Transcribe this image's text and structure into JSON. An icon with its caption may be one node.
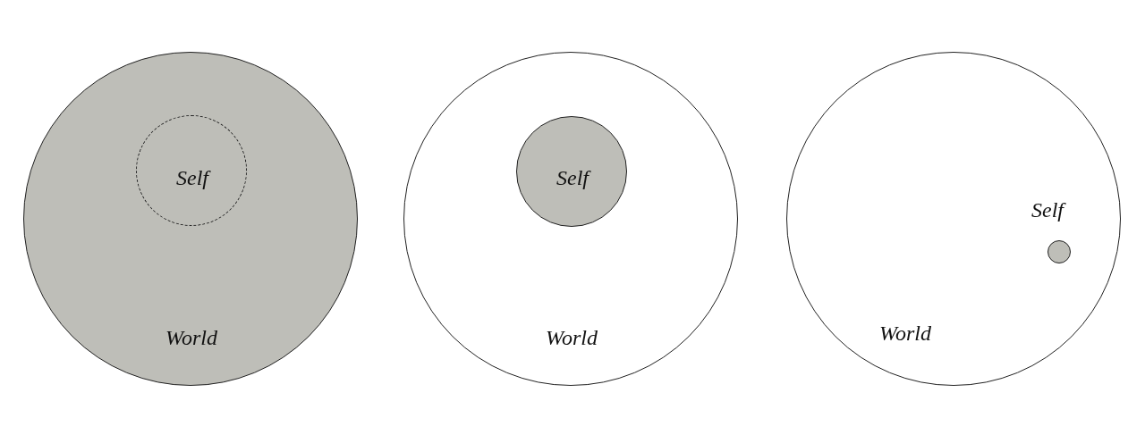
{
  "diagram": {
    "nodes": [
      {
        "text": [
          "World"
        ]
      },
      {
        "text": [
          "Self"
        ],
        "in": 0
      },
      {
        "text": [
          "World"
        ]
      },
      {
        "text": [
          "Self"
        ],
        "in": 2
      },
      {
        "text": [
          "World"
        ]
      },
      {
        "text": [],
        "shape": "circle",
        "in": 4,
        "beside": [
          "Self"
        ]
      }
    ]
  }
}
